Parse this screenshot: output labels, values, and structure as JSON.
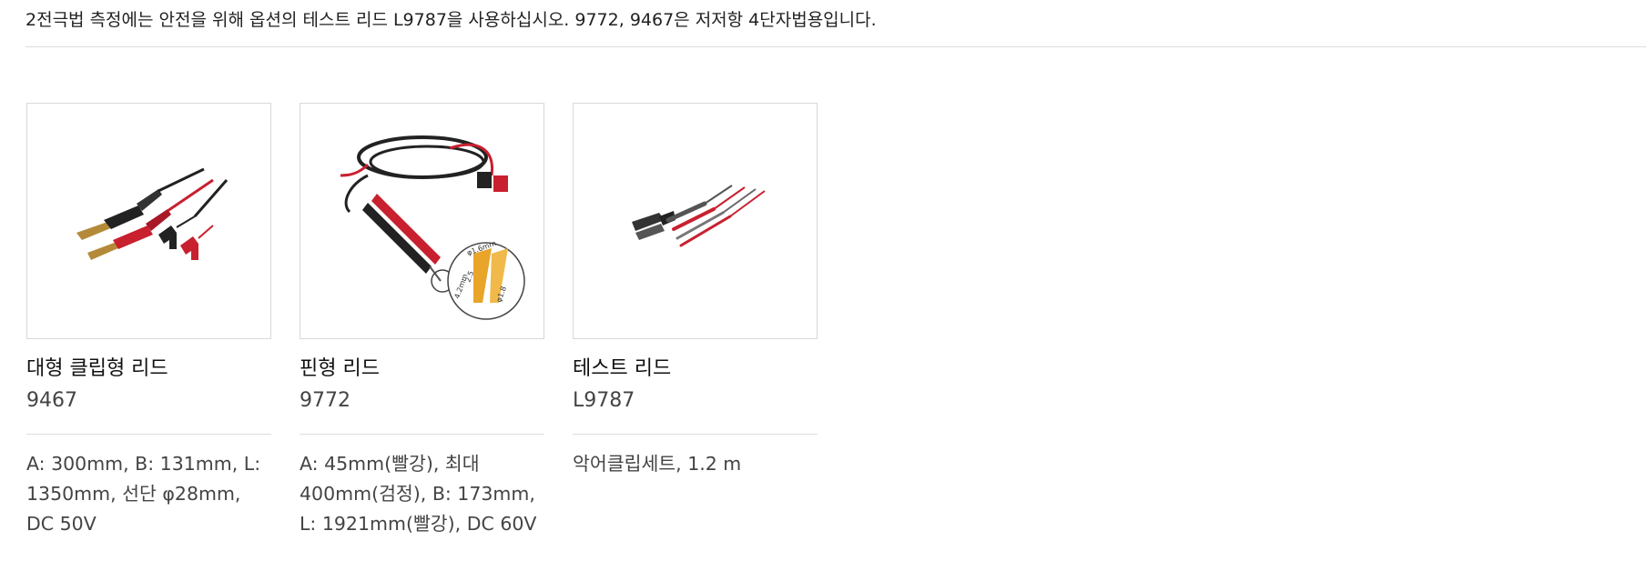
{
  "notice": "2전극법 측정에는 안전을 위해 옵션의 테스트 리드 L9787을 사용하십시오. 9772, 9467은 저저항 4단자법용입니다.",
  "products": [
    {
      "name": "대형 클립형 리드",
      "model": "9467",
      "spec": "A: 300mm, B: 131mm, L: 1350mm, 선단 φ28mm, DC 50V",
      "image_icon": "large-clip-lead-photo"
    },
    {
      "name": "핀형 리드",
      "model": "9772",
      "spec": "A: 45mm(빨강), 최대 400mm(검정), B: 173mm, L: 1921mm(빨강), DC 60V",
      "image_icon": "pin-lead-photo",
      "image_labels": {
        "dim1": "φ1.6mm",
        "dim2": "2.5",
        "dim3": "4.2mm",
        "dim4": "φ1.8"
      }
    },
    {
      "name": "테스트 리드",
      "model": "L9787",
      "spec": "악어클립세트, 1.2 m",
      "image_icon": "test-lead-set-photo"
    }
  ],
  "colors": {
    "lead_red": "#c8202f",
    "lead_black": "#222222",
    "clip_brass": "#b48a3a",
    "pin_gold": "#e8a52a",
    "divider": "#dcdcdc"
  }
}
